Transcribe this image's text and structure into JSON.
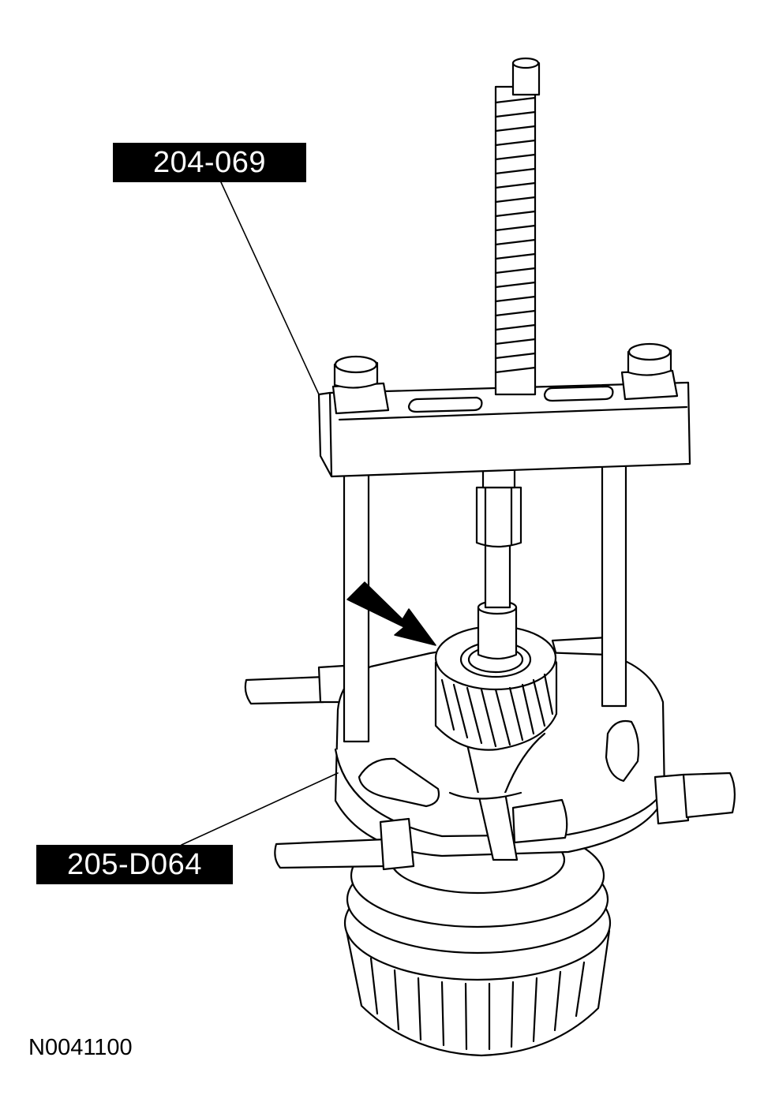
{
  "callouts": {
    "puller_tool": "204-069",
    "plate_tool": "205-D064"
  },
  "figure_id": "N0041100",
  "icons": {
    "direction_arrow": "arrow-icon"
  }
}
